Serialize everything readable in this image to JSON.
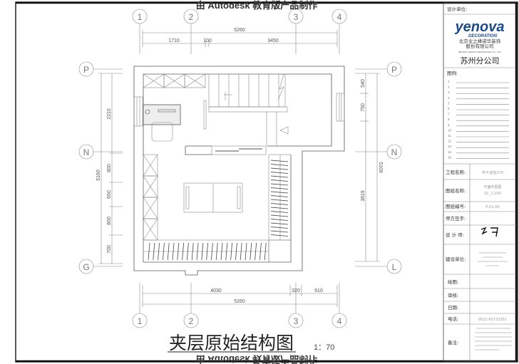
{
  "watermark": "由 Autodesk 教育版产品制作",
  "drawing": {
    "title": "夹层原始结构图",
    "scale": "1：70",
    "axes_top": [
      "1",
      "2",
      "3",
      "4"
    ],
    "axes_bottom": [
      "1",
      "2",
      "3",
      "4"
    ],
    "axes_left": [
      "P",
      "N",
      "G"
    ],
    "axes_right": [
      "P",
      "N",
      "L"
    ],
    "dims_top": {
      "total": "5260",
      "a": "1710",
      "b": "100",
      "c": "3450"
    },
    "dims_bottom": {
      "total": "5260",
      "a": "4030",
      "b": "320",
      "c": "910"
    },
    "dims_left": {
      "total": "5160",
      "a": "2210",
      "b": "800",
      "c": "650",
      "d": "800",
      "e": "700"
    },
    "dims_right": {
      "total": "5109",
      "a": "540",
      "b": "750",
      "c": "3819"
    }
  },
  "title_block": {
    "design_unit_label": "设计单位:",
    "logo": "yenova",
    "logo_sub": "DECORATION",
    "company_cn": "北京业之峰诺华装饰",
    "company_cn2": "股份有限公司",
    "company_en": "BEIJING YENOVO DECORATION CO., LTD",
    "branch": "苏州分公司",
    "legend_label": "图例:",
    "legend_numbers": [
      "1",
      "2",
      "3",
      "4",
      "5",
      "6",
      "7",
      "8",
      "9",
      "10",
      "11",
      "12",
      "13",
      "14",
      "15"
    ],
    "rows": {
      "project_label": "工程名称:",
      "project_value": "阿卡迪亚270",
      "drawing_name_label": "图纸名称:",
      "drawing_name_value": "平面布置图",
      "drawing_name_value2": "SC_1:100",
      "drawing_no_label": "图纸编号:",
      "drawing_no_value": "P-01-00",
      "client_sign_label": "甲方签字:",
      "designer_label": "设 计 师:",
      "builder_label": "建设单位:",
      "draw_label": "绘图:",
      "review_label": "审核:",
      "date_label": "日期:",
      "phone_label": "电话:",
      "phone_value": "0512-65732351",
      "remark_label": "备注:"
    }
  }
}
